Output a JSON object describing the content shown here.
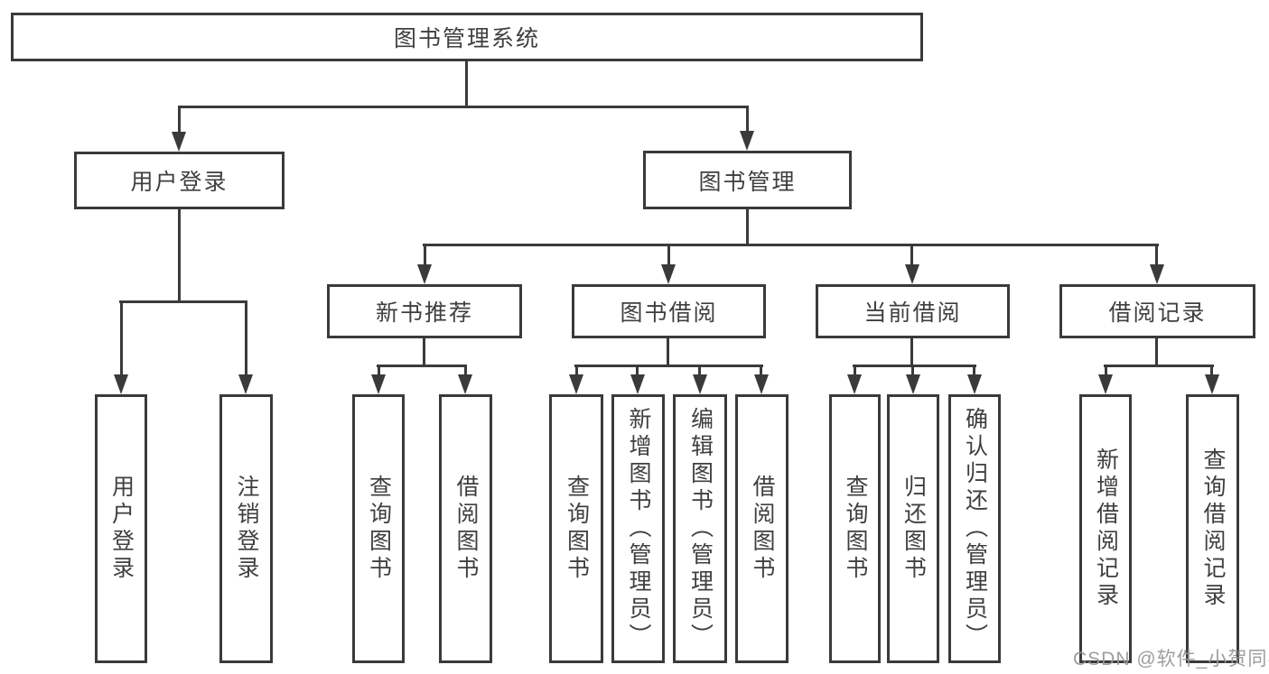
{
  "diagram_type": "hierarchy-tree",
  "tree": {
    "label": "图书管理系统",
    "children": [
      {
        "label": "用户登录",
        "children": [
          {
            "label": "用户登录"
          },
          {
            "label": "注销登录"
          }
        ]
      },
      {
        "label": "图书管理",
        "children": [
          {
            "label": "新书推荐",
            "children": [
              {
                "label": "查询图书"
              },
              {
                "label": "借阅图书"
              }
            ]
          },
          {
            "label": "图书借阅",
            "children": [
              {
                "label": "查询图书"
              },
              {
                "label": "新增图书（管理员）"
              },
              {
                "label": "编辑图书（管理员）"
              },
              {
                "label": "借阅图书"
              }
            ]
          },
          {
            "label": "当前借阅",
            "children": [
              {
                "label": "查询图书"
              },
              {
                "label": "归还图书"
              },
              {
                "label": "确认归还（管理员）"
              }
            ]
          },
          {
            "label": "借阅记录",
            "children": [
              {
                "label": "新增借阅记录"
              },
              {
                "label": "查询借阅记录"
              }
            ]
          }
        ]
      }
    ]
  },
  "watermark": {
    "text": "CSDN @软件_小贺同学",
    "color": "#96999c"
  },
  "colors": {
    "line": "#3a3a3a",
    "text": "#3f3f3f",
    "background": "#ffffff"
  }
}
